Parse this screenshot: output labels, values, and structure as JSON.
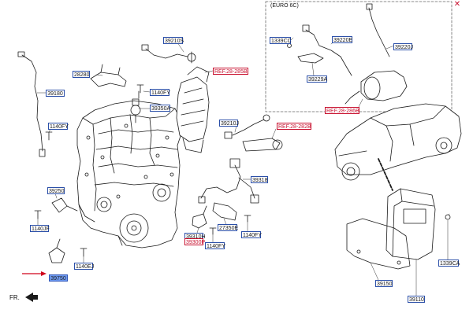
{
  "close_glyph": "✕",
  "variant_note": "(EURO 6C)",
  "front_marker": "FR.",
  "colors": {
    "label_border": "#2b4fa8",
    "ref_text": "#c8102e",
    "highlight": "#6f9bf2",
    "arrow": "#d0021b"
  },
  "labels": {
    "l39210s": "39210S",
    "l1339cc": "1339CC",
    "l39220e": "39220E",
    "l39220j": "39220J",
    "l28280": "28280",
    "l1140fy_a": "1140FY",
    "ref_285": "REF.28-285B",
    "l39229a": "39229A",
    "ref_286": "REF.28-286B",
    "l39180": "39180",
    "l39350a": "39350A",
    "l1140fy_b": "1140FY",
    "l39210j": "39210J",
    "ref_282": "REF.28-282B",
    "l39250": "39250",
    "l39318": "39318",
    "l1140jf": "1140JF",
    "l27350e": "27350E",
    "l1140fy_c": "1140FY",
    "l39310h": "39310H",
    "l39300p": "39300P",
    "l1140fy_d": "1140FY",
    "l1140ej": "1140EJ",
    "l39750": "39750",
    "l39150": "39150",
    "l39110": "39110",
    "l1339ca": "1339CA"
  }
}
